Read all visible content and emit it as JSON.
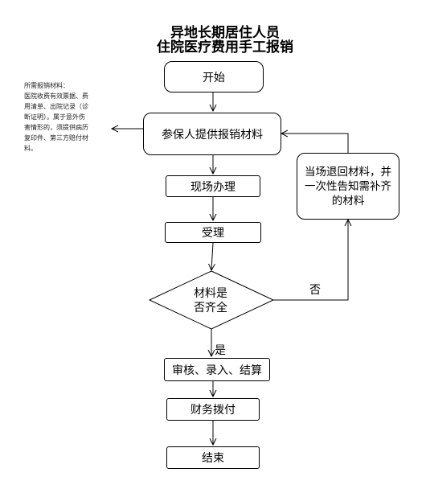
{
  "title": {
    "line1": "异地长期居住人员",
    "line2": "住院医疗费用手工报销"
  },
  "note": {
    "lines": [
      "所需报销材料：",
      "医院收费有效票据、费",
      "用清单、出院记录（诊",
      "断证明）。属于意外伤",
      "害情形的，须提供病历",
      "复印件、第三方赔付材",
      "料。"
    ]
  },
  "nodes": {
    "start": "开始",
    "submit": "参保人提供报销材料",
    "onsite": "现场办理",
    "accept": "受理",
    "decision_line1": "材料是",
    "decision_line2": "否齐全",
    "return_line1": "当场退回材料，并",
    "return_line2": "一次性告知需补齐",
    "return_line3": "的材料",
    "review": "审核、录入、结算",
    "pay": "财务拨付",
    "end": "结束"
  },
  "edges": {
    "yes": "是",
    "no": "否"
  }
}
